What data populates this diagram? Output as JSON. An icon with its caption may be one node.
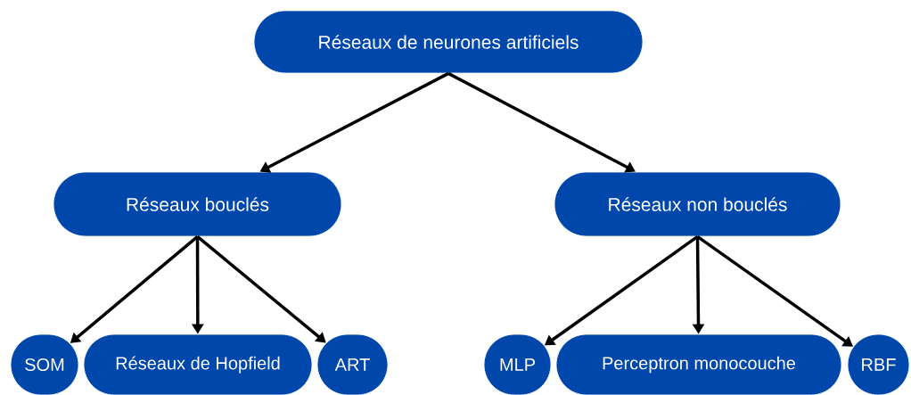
{
  "diagram": {
    "nodes": [
      {
        "text": [
          "Réseaux de neurones artificiels"
        ]
      },
      {
        "text": [
          "Réseaux bouclés"
        ]
      },
      {
        "text": [
          "Réseaux non bouclés"
        ]
      },
      {
        "text": [
          "SOM"
        ]
      },
      {
        "text": [
          "Réseaux de Hopfield"
        ]
      },
      {
        "text": [
          "ART"
        ]
      },
      {
        "text": [
          "MLP"
        ]
      },
      {
        "text": [
          "Perceptron monocouche"
        ]
      },
      {
        "text": [
          "RBF"
        ]
      }
    ],
    "edges": [
      {
        "from": 0,
        "to": 1,
        "arrow": "to"
      },
      {
        "from": 0,
        "to": 2,
        "arrow": "to"
      },
      {
        "from": 1,
        "to": 3,
        "arrow": "to"
      },
      {
        "from": 1,
        "to": 4,
        "arrow": "to"
      },
      {
        "from": 1,
        "to": 5,
        "arrow": "to"
      },
      {
        "from": 2,
        "to": 6,
        "arrow": "to"
      },
      {
        "from": 2,
        "to": 7,
        "arrow": "to"
      },
      {
        "from": 2,
        "to": 8,
        "arrow": "to"
      }
    ]
  }
}
